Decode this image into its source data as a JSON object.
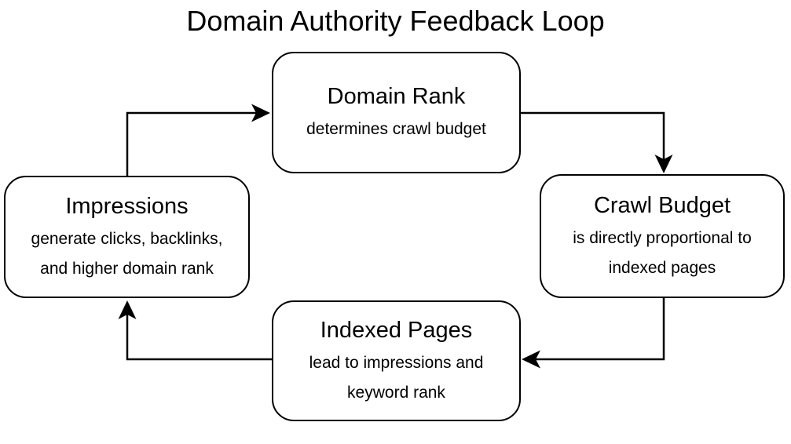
{
  "title": "Domain Authority Feedback Loop",
  "nodes": {
    "domain_rank": {
      "title": "Domain Rank",
      "lines": [
        "determines crawl budget"
      ]
    },
    "crawl_budget": {
      "title": "Crawl Budget",
      "lines": [
        "is directly proportional to",
        "indexed pages"
      ]
    },
    "indexed_pages": {
      "title": "Indexed Pages",
      "lines": [
        "lead to impressions and",
        "keyword rank"
      ]
    },
    "impressions": {
      "title": "Impressions",
      "lines": [
        "generate clicks, backlinks,",
        "and higher domain rank"
      ]
    }
  },
  "edges": [
    {
      "from": "Impressions",
      "to": "Domain Rank"
    },
    {
      "from": "Domain Rank",
      "to": "Crawl Budget"
    },
    {
      "from": "Crawl Budget",
      "to": "Indexed Pages"
    },
    {
      "from": "Indexed Pages",
      "to": "Impressions"
    }
  ],
  "colors": {
    "stroke": "#000000",
    "background": "#ffffff",
    "text": "#000000"
  }
}
